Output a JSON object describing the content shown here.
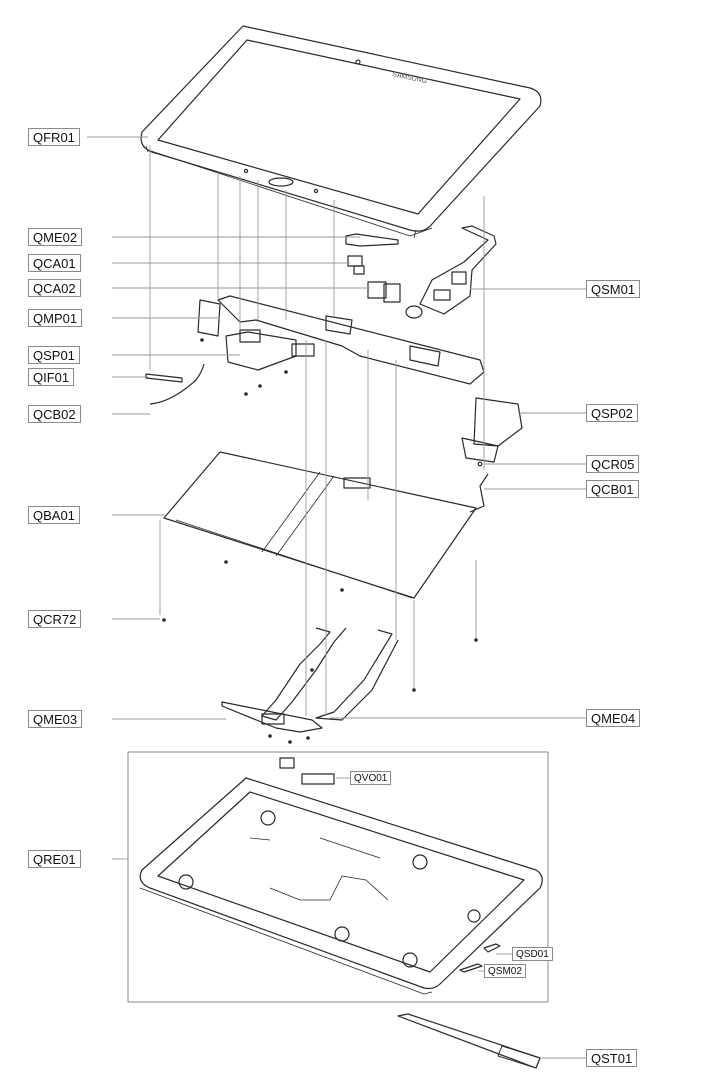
{
  "brand_text": "SAMSUNG",
  "labels": [
    {
      "id": "QFR01"
    },
    {
      "id": "QME02"
    },
    {
      "id": "QCA01"
    },
    {
      "id": "QCA02"
    },
    {
      "id": "QMP01"
    },
    {
      "id": "QSP01"
    },
    {
      "id": "QIF01"
    },
    {
      "id": "QCB02"
    },
    {
      "id": "QSM01"
    },
    {
      "id": "QSP02"
    },
    {
      "id": "QCR05"
    },
    {
      "id": "QCB01"
    },
    {
      "id": "QBA01"
    },
    {
      "id": "QCR72"
    },
    {
      "id": "QME03"
    },
    {
      "id": "QME04"
    },
    {
      "id": "QRE01"
    },
    {
      "id": "QVO01"
    },
    {
      "id": "QSD01"
    },
    {
      "id": "QSM02"
    },
    {
      "id": "QST01"
    }
  ],
  "colors": {
    "line": "#2a2a2a",
    "leader": "#9a9a9a",
    "label_border": "#8a8a8a"
  }
}
